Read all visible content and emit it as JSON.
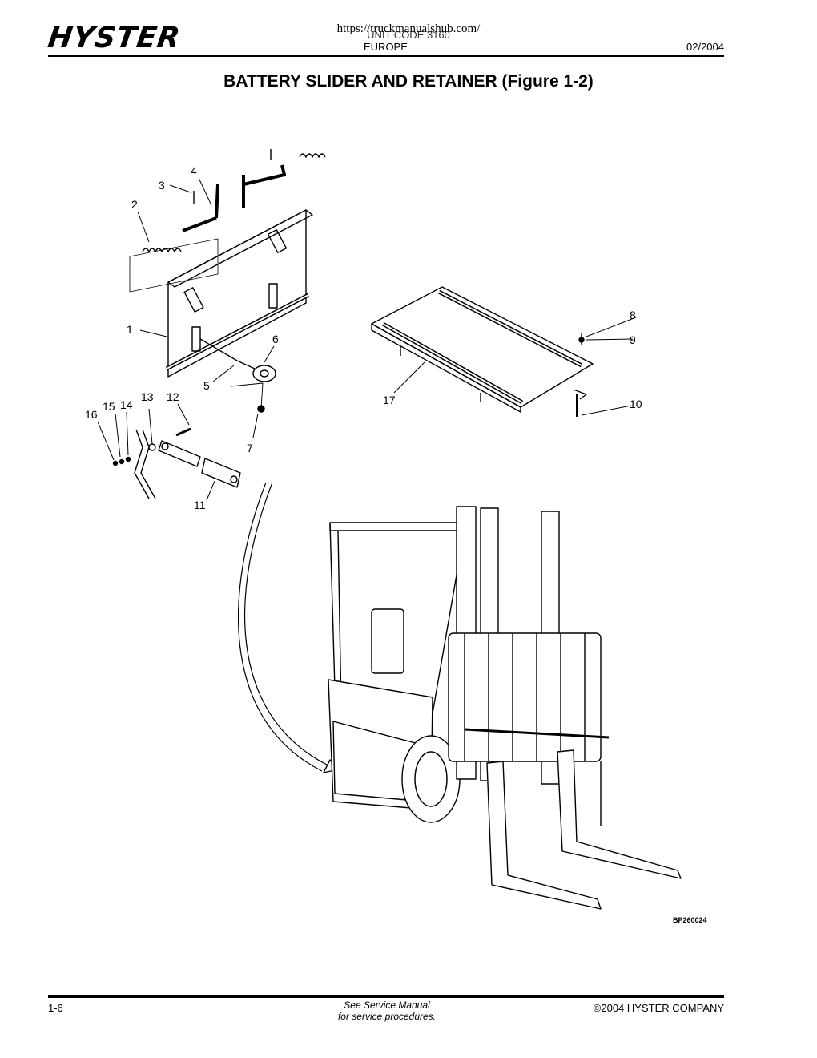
{
  "header": {
    "logo_text": "HYSTER",
    "url": "https://truckmanualshub.com/",
    "unit_code": "UNIT CODE 3160",
    "region": "EUROPE",
    "date": "02/2004"
  },
  "page_title": "BATTERY SLIDER AND RETAINER (Figure 1-2)",
  "figure": {
    "callouts": [
      "1",
      "2",
      "3",
      "4",
      "5",
      "6",
      "7",
      "8",
      "9",
      "10",
      "11",
      "12",
      "13",
      "14",
      "15",
      "16",
      "17"
    ],
    "code": "BP260024"
  },
  "footer": {
    "page_number": "1-6",
    "note_line1": "See Service Manual",
    "note_line2": "for service procedures.",
    "copyright": "©2004 HYSTER COMPANY"
  }
}
